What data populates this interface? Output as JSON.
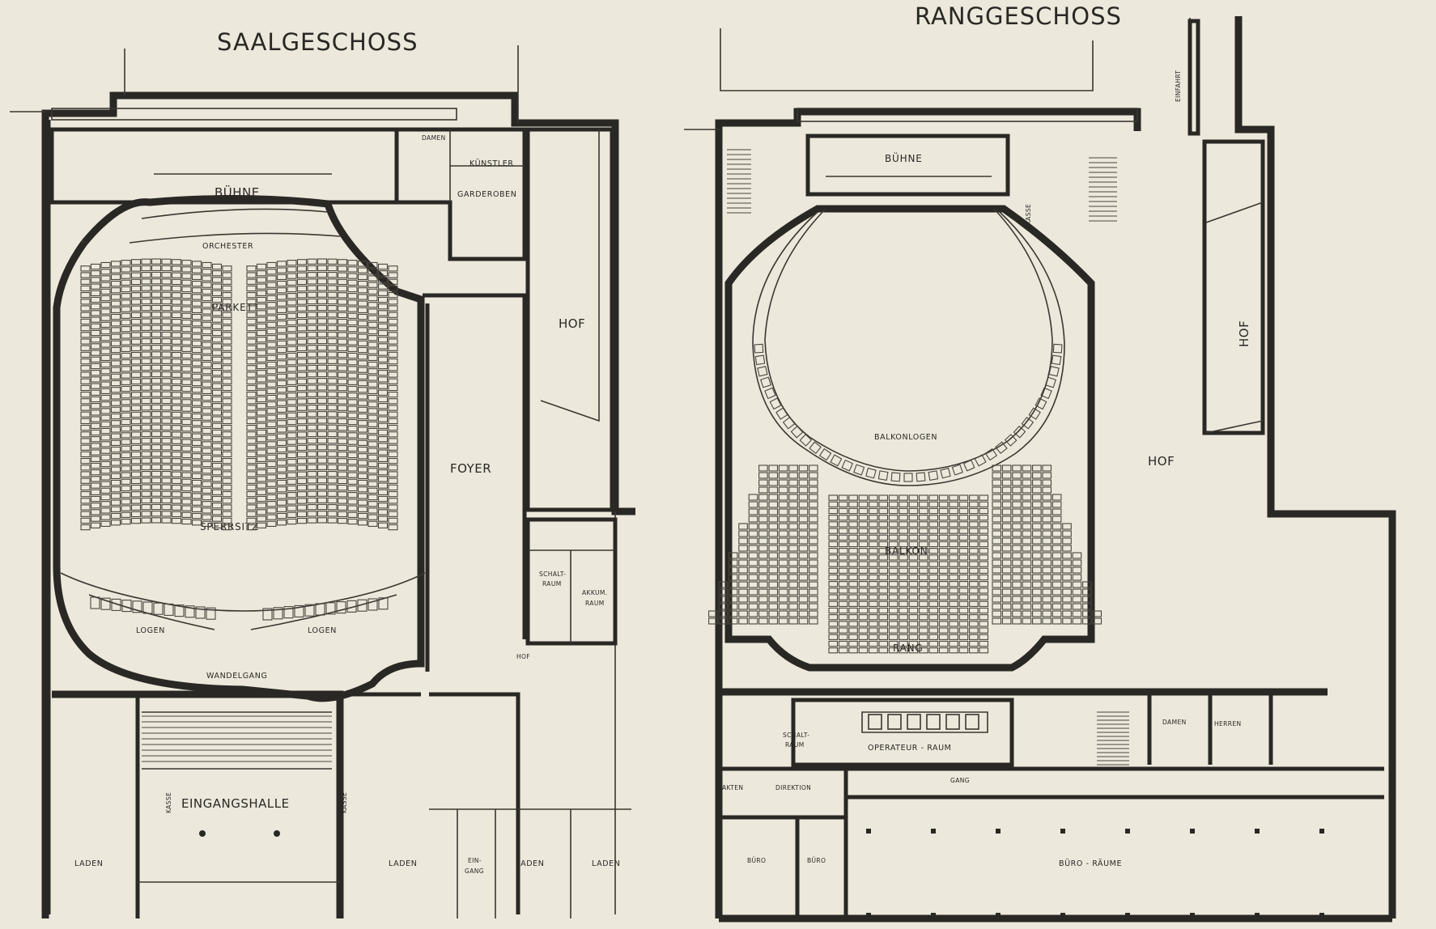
{
  "titles": {
    "left": "SAALGESCHOSS",
    "right": "RANGGESCHOSS"
  },
  "left_plan": {
    "buehne": "BÜHNE",
    "orchester": "ORCHESTER",
    "parkett": "PARKETT",
    "sperrsitz": "SPERRSITZ",
    "logen_1": "LOGEN",
    "logen_2": "LOGEN",
    "wandelgang": "WANDELGANG",
    "eingangshalle": "EINGANGSHALLE",
    "kasse_1": "KASSE",
    "kasse_2": "KASSE",
    "foyer": "FOYER",
    "hof_1": "HOF",
    "hof_2": "HOF",
    "kuenstler": "KÜNSTLER",
    "garderoben": "GARDEROBEN",
    "damen": "DAMEN",
    "schaltraum_1": "SCHALT-",
    "schaltraum_2": "RAUM",
    "akkum_1": "AKKUM.",
    "akkum_2": "RAUM",
    "laden_1": "LADEN",
    "laden_2": "LADEN",
    "laden_3": "LADEN",
    "laden_4": "LADEN",
    "eingang_1": "EIN-",
    "eingang_2": "GANG"
  },
  "right_plan": {
    "buehne": "BÜHNE",
    "kasse": "KASSE",
    "balkonlogen": "BALKONLOGEN",
    "balkon": "BALKON",
    "rang": "RANG",
    "hof_1": "HOF",
    "hof_2": "HOF",
    "einfahrt": "EINFAHRT",
    "schaltraum_1": "SCHALT-",
    "schaltraum_2": "RAUM",
    "operateur": "OPERATEUR - RAUM",
    "damen": "DAMEN",
    "herren": "HERREN",
    "akten": "AKTEN",
    "direktion": "DIREKTION",
    "gang": "GANG",
    "buero_1": "BÜRO",
    "buero_2": "BÜRO",
    "buero_raeume": "BÜRO - RÄUME"
  },
  "colors": {
    "paper": "#ece8dc",
    "ink": "#2a2824"
  }
}
